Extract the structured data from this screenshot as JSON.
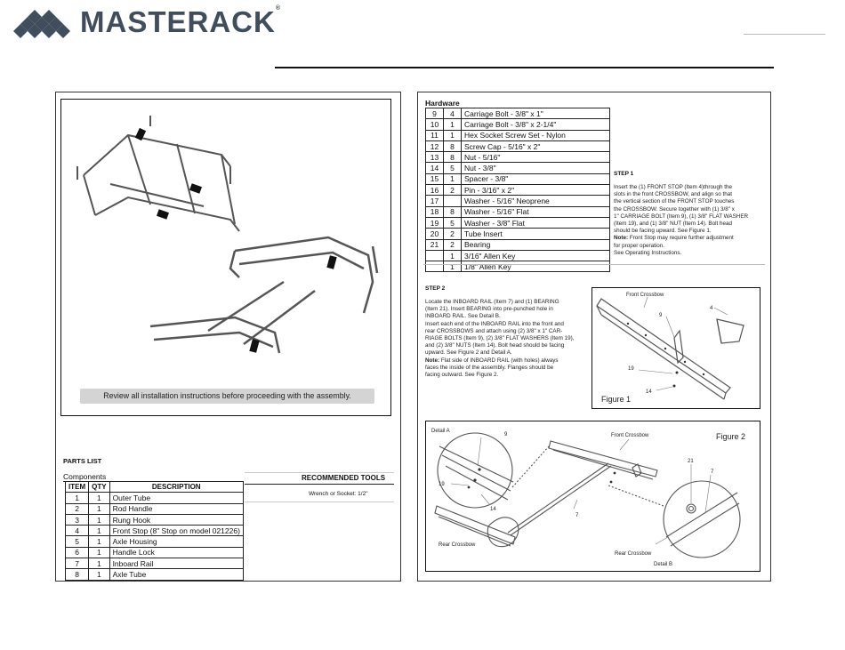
{
  "header": {
    "brand": "MASTERACK",
    "reg_mark": "®"
  },
  "left_panel": {
    "banner": "Review all installation instructions before proceeding with the assembly.",
    "parts_list_title": "PARTS LIST",
    "components_label": "Components",
    "recommended_tools_title": "RECOMMENDED TOOLS",
    "recommended_tools_value": "Wrench or Socket: 1/2\"",
    "parts_columns": [
      "ITEM",
      "QTY",
      "DESCRIPTION"
    ],
    "parts": [
      {
        "item": "1",
        "qty": "1",
        "desc": "Outer Tube"
      },
      {
        "item": "2",
        "qty": "1",
        "desc": "Rod Handle"
      },
      {
        "item": "3",
        "qty": "1",
        "desc": "Rung Hook"
      },
      {
        "item": "4",
        "qty": "1",
        "desc": "Front Stop (8\" Stop on model 021226)"
      },
      {
        "item": "5",
        "qty": "1",
        "desc": "Axle Housing"
      },
      {
        "item": "6",
        "qty": "1",
        "desc": "Handle Lock"
      },
      {
        "item": "7",
        "qty": "1",
        "desc": "Inboard Rail"
      },
      {
        "item": "8",
        "qty": "1",
        "desc": "Axle Tube"
      }
    ]
  },
  "right_panel": {
    "hardware_title": "Hardware",
    "hardware": [
      {
        "item": "9",
        "qty": "4",
        "desc": "Carriage Bolt - 3/8\" x 1\""
      },
      {
        "item": "10",
        "qty": "1",
        "desc": "Carriage Bolt - 3/8\" x 2-1/4\""
      },
      {
        "item": "11",
        "qty": "1",
        "desc": "Hex Socket Screw Set - Nylon"
      },
      {
        "item": "12",
        "qty": "8",
        "desc": "Screw Cap - 5/16\" x 2\""
      },
      {
        "item": "13",
        "qty": "8",
        "desc": "Nut - 5/16\""
      },
      {
        "item": "14",
        "qty": "5",
        "desc": "Nut - 3/8\""
      },
      {
        "item": "15",
        "qty": "1",
        "desc": "Spacer - 3/8\""
      },
      {
        "item": "16",
        "qty": "2",
        "desc": "Pin - 3/16\" x 2\""
      },
      {
        "item": "17",
        "qty": "",
        "desc": "Washer - 5/16\" Neoprene"
      },
      {
        "item": "18",
        "qty": "8",
        "desc": "Washer - 5/16\" Flat"
      },
      {
        "item": "19",
        "qty": "5",
        "desc": "Washer - 3/8\" Flat"
      },
      {
        "item": "20",
        "qty": "2",
        "desc": "Tube Insert"
      },
      {
        "item": "21",
        "qty": "2",
        "desc": "Bearing"
      },
      {
        "item": "",
        "qty": "1",
        "desc": "3/16\" Allen Key"
      },
      {
        "item": "",
        "qty": "1",
        "desc": "1/8\" Allen Key"
      }
    ],
    "step1": {
      "title": "STEP 1",
      "lines": [
        "Insert the (1) FRONT STOP (Item 4)through the",
        "slots in the front CROSSBOW, and align so that",
        "the vertical section of the FRONT STOP touches",
        "the CROSSBOW.  Secure together with (1) 3/8\" x",
        "1\" CARRIAGE BOLT (Item 9), (1) 3/8\" FLAT WASHER",
        "(Item 19), and (1) 3/8\" NUT (Item 14). Bolt head",
        "should be facing upward. See Figure 1."
      ],
      "note_label": "Note:",
      "note_lines": [
        " Front Stop may require further adjustment",
        "for proper operation.",
        "See Operating Instructions."
      ]
    },
    "step2": {
      "title": "STEP 2",
      "lines": [
        "Locate the INBOARD RAIL (Item 7) and (1) BEARING",
        "(Item 21).  Insert BEARING into pre-punched hole in",
        "INBOARD RAIL. See Detail B.",
        "Insert each end of the INBOARD RAIL into the front and",
        "rear CROSSBOWS and attach using (2) 3/8\" x 1\" CAR-",
        "RIAGE BOLTS (Item 9), (2) 3/8\" FLAT WASHERS (Item 19),",
        "and (2) 3/8\" NUTS (Item 14). Bolt head should be facing",
        "upward. See Figure 2 and Detail A."
      ],
      "note_label": "Note:",
      "note_lines": [
        " Flat side of INBOARD RAIL (with holes) always",
        "faces the inside of the assembly.  Flanges should be",
        "facing outward.  See Figure 2."
      ]
    },
    "figure1": {
      "caption": "Figure 1",
      "label_front": "Front Crossbow",
      "c4": "4",
      "c9": "9",
      "c19": "19",
      "c14": "14"
    },
    "figure2": {
      "caption": "Figure 2",
      "detail_a": "Detail A",
      "detail_b": "Detail B",
      "front": "Front Crossbow",
      "rear1": "Rear Crossbow",
      "rear2": "Rear Crossbow",
      "c9": "9",
      "c19": "19",
      "c14": "14",
      "c7a": "7",
      "c7b": "7",
      "c21": "21"
    }
  }
}
